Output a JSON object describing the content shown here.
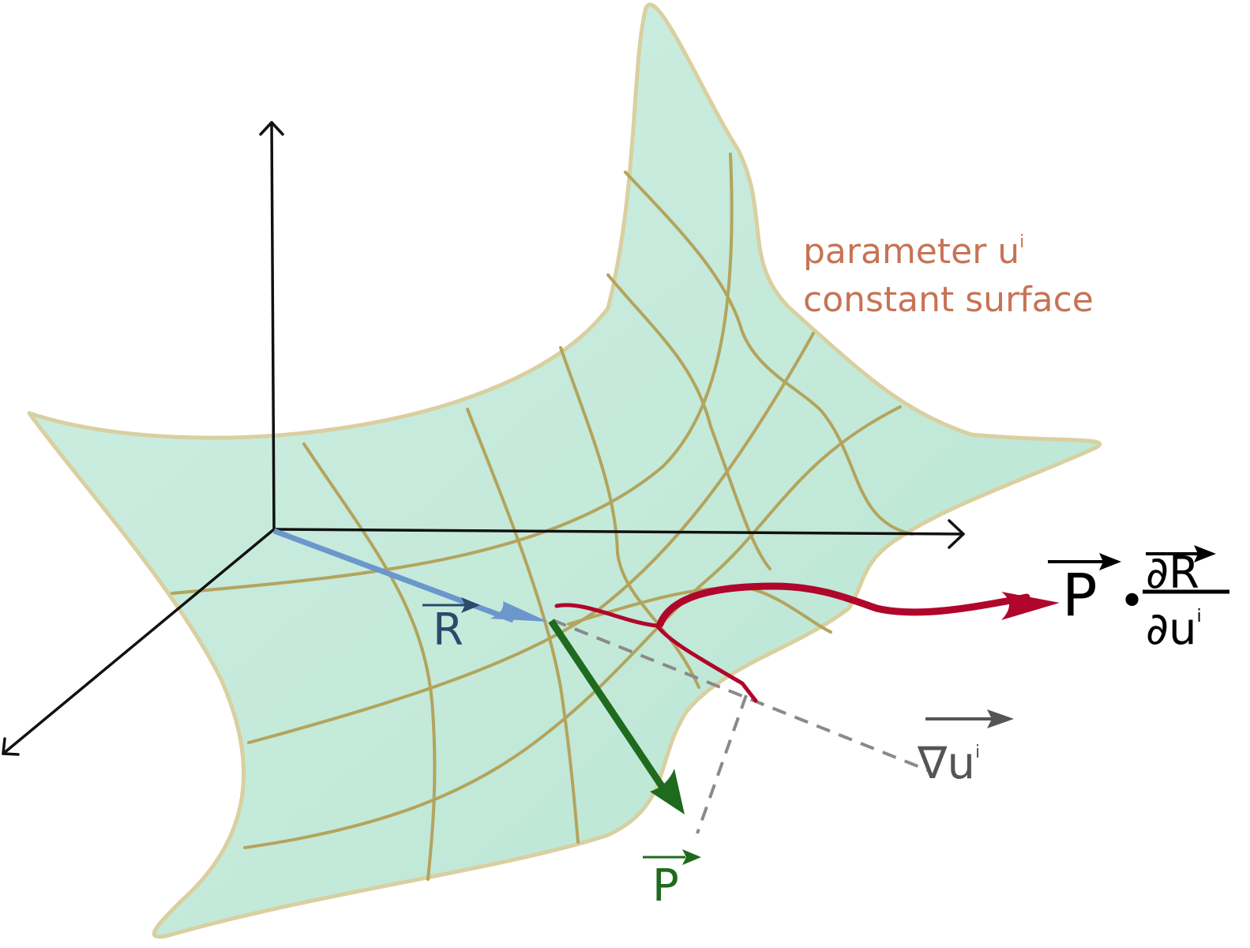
{
  "surface_label": {
    "line1_text": "parameter u",
    "line1_superscript": "i",
    "line2_text": "constant surface"
  },
  "vector_R": {
    "letter": "R"
  },
  "vector_P": {
    "letter": "P"
  },
  "gradient": {
    "nabla": "∇",
    "symbol": "u",
    "superscript": "i"
  },
  "projection_formula": {
    "vector": "P",
    "dot": "•",
    "numerator": "∂R",
    "denominator_symbol": "∂u",
    "denominator_superscript": "i"
  },
  "colors": {
    "surface_fill": "#c6ebdc",
    "surface_outline": "#d9cfa0",
    "grid_lines": "#b3a45c",
    "axes": "#111111",
    "vector_R": "#6b97cc",
    "vector_R_label": "#2b4a6e",
    "vector_P": "#1e6a1e",
    "projection_arrow": "#b0062c",
    "gradient": "#555555",
    "dashed_lines": "#8a8a8a",
    "label_text": "#c77355",
    "formula": "#000000"
  }
}
